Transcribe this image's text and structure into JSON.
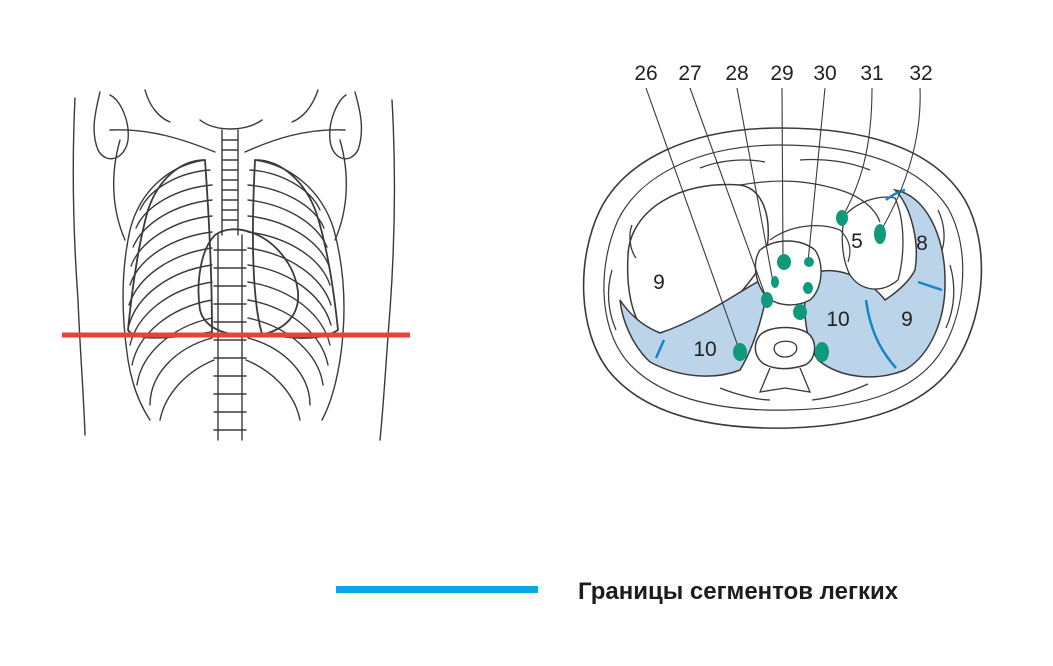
{
  "figure": {
    "colors": {
      "outline": "#3a3a3a",
      "lung_fill": "#bcd4ea",
      "segment_border": "#1486c4",
      "lymph_node": "#0f9b7b",
      "section_line": "#e8413a",
      "legend_line": "#0aa8e6"
    },
    "top_labels": [
      {
        "text": "26"
      },
      {
        "text": "27"
      },
      {
        "text": "28"
      },
      {
        "text": "29"
      },
      {
        "text": "30"
      },
      {
        "text": "31"
      },
      {
        "text": "32"
      }
    ],
    "segment_labels": [
      {
        "text": "9"
      },
      {
        "text": "10"
      },
      {
        "text": "5"
      },
      {
        "text": "8"
      },
      {
        "text": "10"
      },
      {
        "text": "9"
      }
    ],
    "legend": {
      "label": "Границы сегментов легких"
    }
  }
}
